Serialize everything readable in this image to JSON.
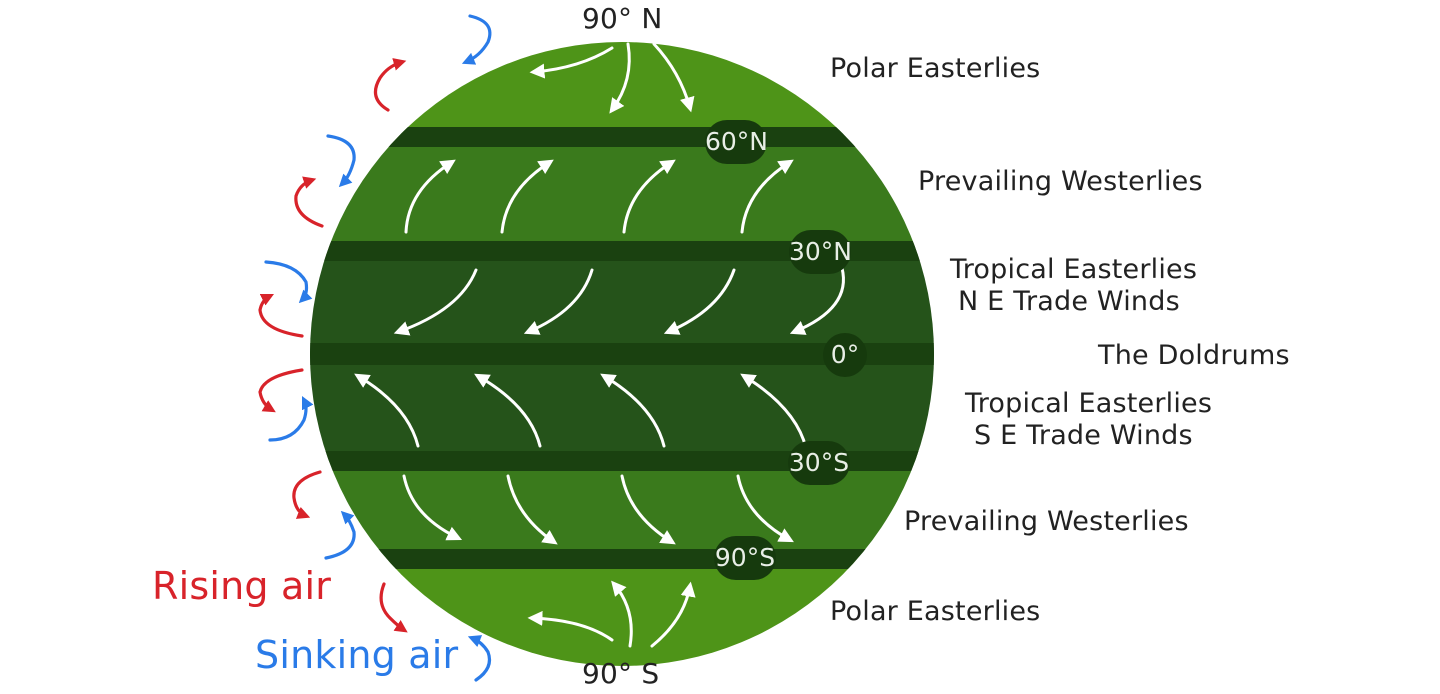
{
  "poles": {
    "north": "90° N",
    "south": "90° S"
  },
  "latitudes": [
    "60°N",
    "30°N",
    "0°",
    "30°S",
    "90°S"
  ],
  "winds": {
    "polar_north": "Polar Easterlies",
    "westerlies_north": "Prevailing Westerlies",
    "tropical_north_1": "Tropical Easterlies",
    "tropical_north_2": "N E Trade Winds",
    "doldrums": "The Doldrums",
    "tropical_south_1": "Tropical Easterlies",
    "tropical_south_2": "S E Trade Winds",
    "westerlies_south": "Prevailing Westerlies",
    "polar_south": "Polar Easterlies"
  },
  "legend": {
    "rising": "Rising air",
    "sinking": "Sinking air"
  },
  "colors": {
    "globe_light": "#4e9418",
    "globe_mid": "#3a7a1c",
    "globe_dark": "#25531a",
    "band": "#1a4110",
    "rising": "#d8232a",
    "sinking": "#2a7be8",
    "arrow": "#ffffff"
  }
}
